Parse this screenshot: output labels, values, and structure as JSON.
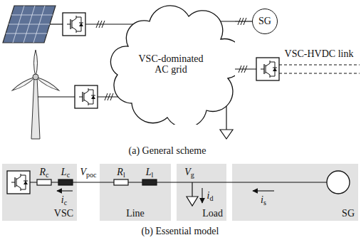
{
  "diagram": {
    "nodes": [
      {
        "text": [
          "VSC-dominated AC grid"
        ]
      },
      {
        "text": [
          "SG"
        ]
      },
      {
        "text": [
          "VSC"
        ]
      },
      {
        "text": [
          "Line"
        ]
      },
      {
        "text": [
          "Load"
        ]
      },
      {
        "text": [
          "SG"
        ]
      }
    ],
    "edges": [
      {
        "from": 0,
        "to": 1,
        "arrow": "none"
      }
    ],
    "labels": [
      "(a) General scheme",
      "VSC-HVDC link",
      "Rc",
      "Lc",
      "ic",
      "Vpoc",
      "Rl",
      "Ll",
      "Vg",
      "id",
      "is",
      "(b) Essential model"
    ]
  }
}
